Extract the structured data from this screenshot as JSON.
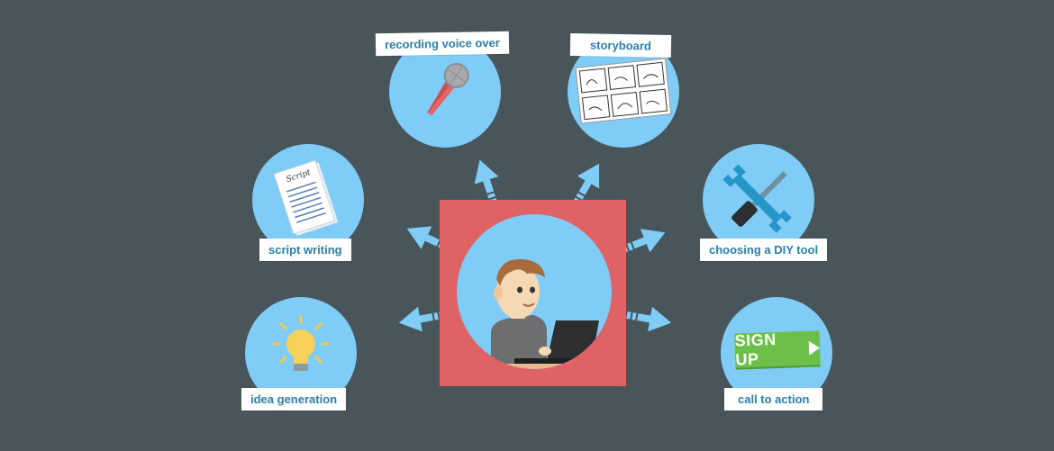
{
  "nodes": {
    "voice_over": {
      "label": "recording voice over"
    },
    "storyboard": {
      "label": "storyboard"
    },
    "script": {
      "label": "script writing",
      "paper_title": "Script"
    },
    "diy_tool": {
      "label": "choosing a DIY tool"
    },
    "idea": {
      "label": "idea generation"
    },
    "call_to_action": {
      "label": "call to action",
      "button_text": "SIGN UP"
    }
  },
  "colors": {
    "background": "#48565c",
    "circle": "#7fcdf7",
    "center_square": "#dd6364",
    "label_text": "#2a7fb0",
    "arrow": "#7fcdf7",
    "signup_green": "#6cc04a"
  }
}
